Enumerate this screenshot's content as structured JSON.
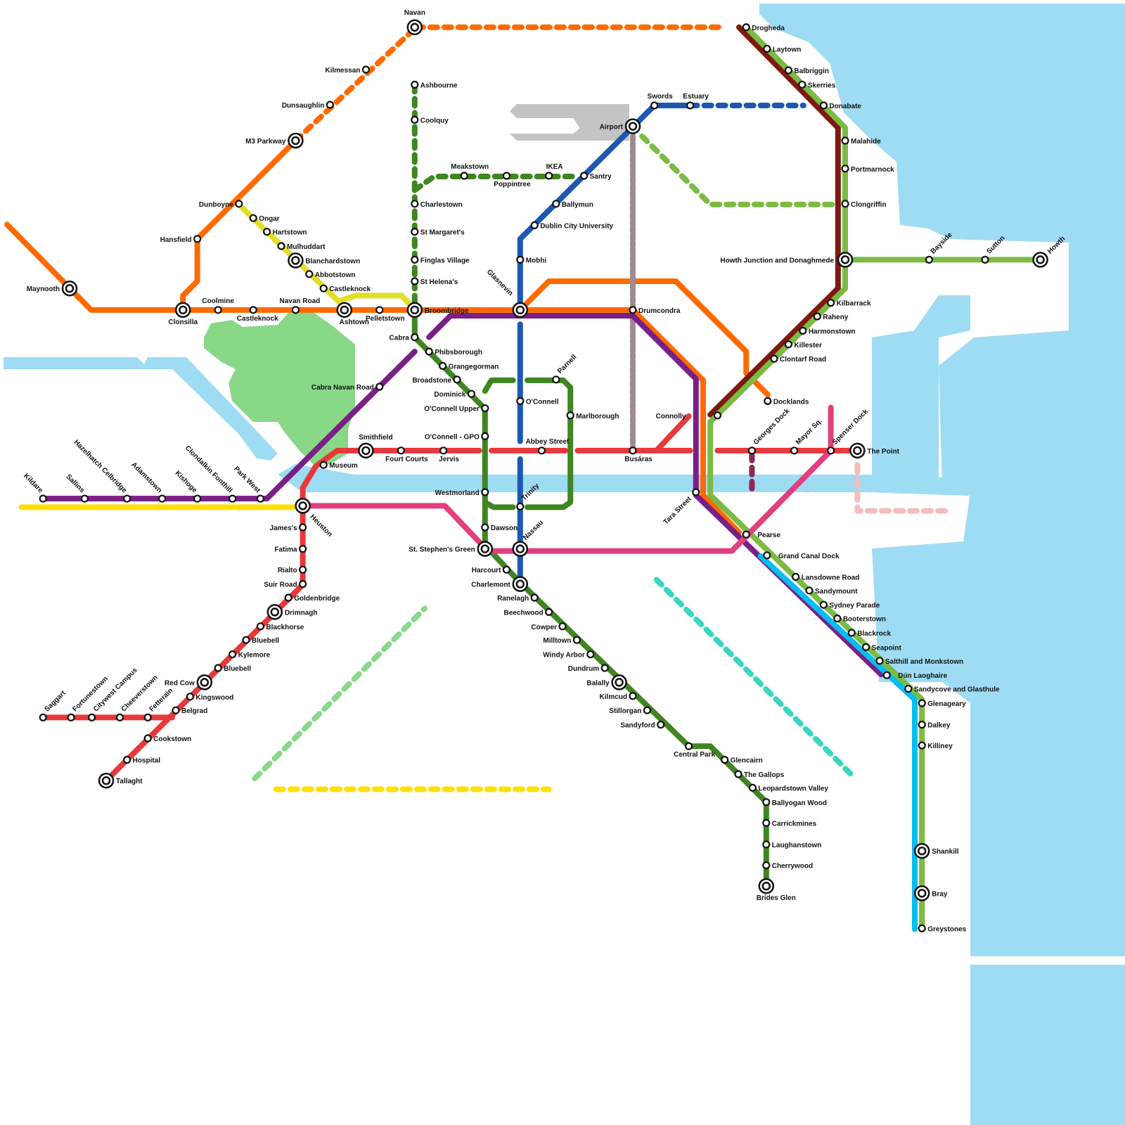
{
  "map": {
    "colors": {
      "water": "#9edcf4",
      "park": "#88d888",
      "airport": "#c4c4c4",
      "orange": "#ff6a00",
      "red": "#e8383a",
      "pink": "#e23f7e",
      "purple": "#7a1f86",
      "blue": "#1c58b2",
      "green": "#3f8521",
      "lime": "#7cbb43",
      "maroon": "#7c1a10",
      "yellow": "#ffe000",
      "olive": "#e3dd25",
      "cyan": "#05bdf0",
      "teal": "#3bd6c0",
      "mint": "#8ad88a",
      "rose": "#f4bcbc",
      "mauve": "#9e8a92",
      "wine": "#8b2a55"
    },
    "stations": [
      {
        "id": "navan",
        "name": "Navan"
      },
      {
        "id": "kilmessan",
        "name": "Kilmessan"
      },
      {
        "id": "dunsaughlin",
        "name": "Dunsaughlin"
      },
      {
        "id": "m3parkway",
        "name": "M3 Parkway"
      },
      {
        "id": "dunboyne",
        "name": "Dunboyne"
      },
      {
        "id": "hansfield",
        "name": "Hansfield"
      },
      {
        "id": "maynooth",
        "name": "Maynooth"
      },
      {
        "id": "clonsilla",
        "name": "Clonsilla"
      },
      {
        "id": "coolmine",
        "name": "Coolmine"
      },
      {
        "id": "castleknock",
        "name": "Castleknock"
      },
      {
        "id": "navanroad",
        "name": "Navan Road"
      },
      {
        "id": "ashtown",
        "name": "Ashtown"
      },
      {
        "id": "pelletstown",
        "name": "Pelletstown"
      },
      {
        "id": "broombridge",
        "name": "Broombridge"
      },
      {
        "id": "ongar",
        "name": "Ongar"
      },
      {
        "id": "hartstown",
        "name": "Hartstown"
      },
      {
        "id": "mulhuddart",
        "name": "Mulhuddart"
      },
      {
        "id": "blanchardstown",
        "name": "Blanchardstown"
      },
      {
        "id": "abbotstown",
        "name": "Abbotstown"
      },
      {
        "id": "castleknock2",
        "name": "Castleknock"
      },
      {
        "id": "ashbourne",
        "name": "Ashbourne"
      },
      {
        "id": "coolquy",
        "name": "Coolquy"
      },
      {
        "id": "charlestown",
        "name": "Charlestown"
      },
      {
        "id": "stmargarets",
        "name": "St Margaret's"
      },
      {
        "id": "finglas",
        "name": "Finglas Village"
      },
      {
        "id": "sthelenas",
        "name": "St Helena's"
      },
      {
        "id": "meakstown",
        "name": "Meakstown"
      },
      {
        "id": "poppintree",
        "name": "Poppintree"
      },
      {
        "id": "ikea",
        "name": "IKEA"
      },
      {
        "id": "santry",
        "name": "Santry"
      },
      {
        "id": "ballymun",
        "name": "Ballymun"
      },
      {
        "id": "dcu",
        "name": "Dublin City University"
      },
      {
        "id": "mobhi",
        "name": "Mobhi"
      },
      {
        "id": "glasnevin",
        "name": "Glasnevin"
      },
      {
        "id": "airport",
        "name": "Airport"
      },
      {
        "id": "swords",
        "name": "Swords"
      },
      {
        "id": "estuary",
        "name": "Estuary"
      },
      {
        "id": "drumcondra",
        "name": "Drumcondra"
      },
      {
        "id": "drogheda",
        "name": "Drogheda"
      },
      {
        "id": "laytown",
        "name": "Laytown"
      },
      {
        "id": "balbriggin",
        "name": "Balbriggin"
      },
      {
        "id": "skerries",
        "name": "Skerries"
      },
      {
        "id": "donabate",
        "name": "Donabate"
      },
      {
        "id": "malahide",
        "name": "Malahide"
      },
      {
        "id": "portmarnock",
        "name": "Portmarnock"
      },
      {
        "id": "clongriffin",
        "name": "Clongriffin"
      },
      {
        "id": "howthjct",
        "name": "Howth Junction and Donaghmede"
      },
      {
        "id": "bayside",
        "name": "Bayside"
      },
      {
        "id": "sutton",
        "name": "Sutton"
      },
      {
        "id": "howth",
        "name": "Howth"
      },
      {
        "id": "kilbarrack",
        "name": "Kilbarrack"
      },
      {
        "id": "raheny",
        "name": "Raheny"
      },
      {
        "id": "harmonstown",
        "name": "Harmonstown"
      },
      {
        "id": "killester",
        "name": "Killester"
      },
      {
        "id": "clontarf",
        "name": "Clontarf Road"
      },
      {
        "id": "docklands",
        "name": "Docklands"
      },
      {
        "id": "connolly",
        "name": "Connolly"
      },
      {
        "id": "cabra",
        "name": "Cabra"
      },
      {
        "id": "phibsborough",
        "name": "Phibsborough"
      },
      {
        "id": "grangegorman",
        "name": "Grangegorman"
      },
      {
        "id": "broadstone",
        "name": "Broadstone"
      },
      {
        "id": "dominick",
        "name": "Dominick"
      },
      {
        "id": "oconnellupper",
        "name": "O'Connell Upper"
      },
      {
        "id": "oconnellgpo",
        "name": "O'Connell - GPO"
      },
      {
        "id": "parnell",
        "name": "Parnell"
      },
      {
        "id": "oconnell",
        "name": "O'Connell"
      },
      {
        "id": "marlborough",
        "name": "Marlborough"
      },
      {
        "id": "abbeystreet",
        "name": "Abbey Street"
      },
      {
        "id": "busaras",
        "name": "Busáras"
      },
      {
        "id": "cabranavan",
        "name": "Cabra Navan Road"
      },
      {
        "id": "smithfield",
        "name": "Smithfield"
      },
      {
        "id": "fourcourts",
        "name": "Fourt Courts"
      },
      {
        "id": "jervis",
        "name": "Jervis"
      },
      {
        "id": "museum",
        "name": "Museum"
      },
      {
        "id": "georgesdock",
        "name": "Georges Dock"
      },
      {
        "id": "mayorsq",
        "name": "Mayor Sq."
      },
      {
        "id": "spenserdock",
        "name": "Spenser Dock"
      },
      {
        "id": "thepoint",
        "name": "The Point"
      },
      {
        "id": "kildare",
        "name": "Kildare"
      },
      {
        "id": "sallins",
        "name": "Sallins"
      },
      {
        "id": "hazelhatch",
        "name": "Hazelhatch Celbridge"
      },
      {
        "id": "adamstown",
        "name": "Adamstown"
      },
      {
        "id": "kishoge",
        "name": "Kishoge"
      },
      {
        "id": "clondalkin",
        "name": "Clondalkin Fonthill"
      },
      {
        "id": "parkwest",
        "name": "Park West"
      },
      {
        "id": "heuston",
        "name": "Heuston"
      },
      {
        "id": "westmorland",
        "name": "Westmorland"
      },
      {
        "id": "trinity",
        "name": "Trinity"
      },
      {
        "id": "dawson",
        "name": "Dawson"
      },
      {
        "id": "ststephens",
        "name": "St. Stephen's Green"
      },
      {
        "id": "nassau",
        "name": "Nassau"
      },
      {
        "id": "tarastreet",
        "name": "Tara Street"
      },
      {
        "id": "pearse",
        "name": "Pearse"
      },
      {
        "id": "grandcanal",
        "name": "Grand Canal Dock"
      },
      {
        "id": "lansdowne",
        "name": "Lansdowne Road"
      },
      {
        "id": "sandymount",
        "name": "Sandymount"
      },
      {
        "id": "sydneyparade",
        "name": "Sydney Parade"
      },
      {
        "id": "booterstown",
        "name": "Booterstown"
      },
      {
        "id": "blackrock",
        "name": "Blackrock"
      },
      {
        "id": "seapoint",
        "name": "Seapoint"
      },
      {
        "id": "salthill",
        "name": "Salthill and Monkstown"
      },
      {
        "id": "dunlaoghaire",
        "name": "Dún Laoghaire"
      },
      {
        "id": "sandycove",
        "name": "Sandycove and Glasthule"
      },
      {
        "id": "glenageary",
        "name": "Glenageary"
      },
      {
        "id": "dalkey",
        "name": "Dalkey"
      },
      {
        "id": "killiney",
        "name": "Killiney"
      },
      {
        "id": "shankill",
        "name": "Shankill"
      },
      {
        "id": "bray",
        "name": "Bray"
      },
      {
        "id": "greystones",
        "name": "Greystones"
      },
      {
        "id": "jamess",
        "name": "James's"
      },
      {
        "id": "fatima",
        "name": "Fatima"
      },
      {
        "id": "rialto",
        "name": "Rialto"
      },
      {
        "id": "suirroad",
        "name": "Suir Road"
      },
      {
        "id": "goldenbridge",
        "name": "Goldenbridge"
      },
      {
        "id": "drimnagh",
        "name": "Drimnagh"
      },
      {
        "id": "blackhorse",
        "name": "Blackhorse"
      },
      {
        "id": "bluebell1",
        "name": "Bluebell"
      },
      {
        "id": "kylemore",
        "name": "Kylemore"
      },
      {
        "id": "bluebell2",
        "name": "Bluebell"
      },
      {
        "id": "redcow",
        "name": "Red Cow"
      },
      {
        "id": "kingswood",
        "name": "Kingswood"
      },
      {
        "id": "belgrad",
        "name": "Belgrad"
      },
      {
        "id": "cookstown",
        "name": "Cookstown"
      },
      {
        "id": "hospital",
        "name": "Hospital"
      },
      {
        "id": "tallaght",
        "name": "Tallaght"
      },
      {
        "id": "saggart",
        "name": "Saggart"
      },
      {
        "id": "fortunestown",
        "name": "Fortunestown"
      },
      {
        "id": "citywest",
        "name": "Citywest Campus"
      },
      {
        "id": "cheeverstown",
        "name": "Cheeverstown"
      },
      {
        "id": "fettercairn",
        "name": "Fetterain"
      },
      {
        "id": "harcourt",
        "name": "Harcourt"
      },
      {
        "id": "charlemont",
        "name": "Charlemont"
      },
      {
        "id": "ranelagh",
        "name": "Ranelagh"
      },
      {
        "id": "beechwood",
        "name": "Beechwood"
      },
      {
        "id": "cowper",
        "name": "Cowper"
      },
      {
        "id": "milltown",
        "name": "Milltown"
      },
      {
        "id": "windyarbor",
        "name": "Windy Arbor"
      },
      {
        "id": "dundrum",
        "name": "Dundrum"
      },
      {
        "id": "balally",
        "name": "Balally"
      },
      {
        "id": "kilmcud",
        "name": "Kilmcud"
      },
      {
        "id": "stillorgan",
        "name": "Stillorgan"
      },
      {
        "id": "sandyford",
        "name": "Sandyford"
      },
      {
        "id": "centralpark",
        "name": "Central Park"
      },
      {
        "id": "glencairn",
        "name": "Glencairn"
      },
      {
        "id": "thegallops",
        "name": "The Gallops"
      },
      {
        "id": "leopardstown",
        "name": "Leopardstown Valley"
      },
      {
        "id": "ballyogan",
        "name": "Ballyogan Wood"
      },
      {
        "id": "carrickmines",
        "name": "Carrickmines"
      },
      {
        "id": "laughanstown",
        "name": "Laughanstown"
      },
      {
        "id": "cherrywood",
        "name": "Cherrywood"
      },
      {
        "id": "bridesglen",
        "name": "Brides Glen"
      }
    ]
  }
}
